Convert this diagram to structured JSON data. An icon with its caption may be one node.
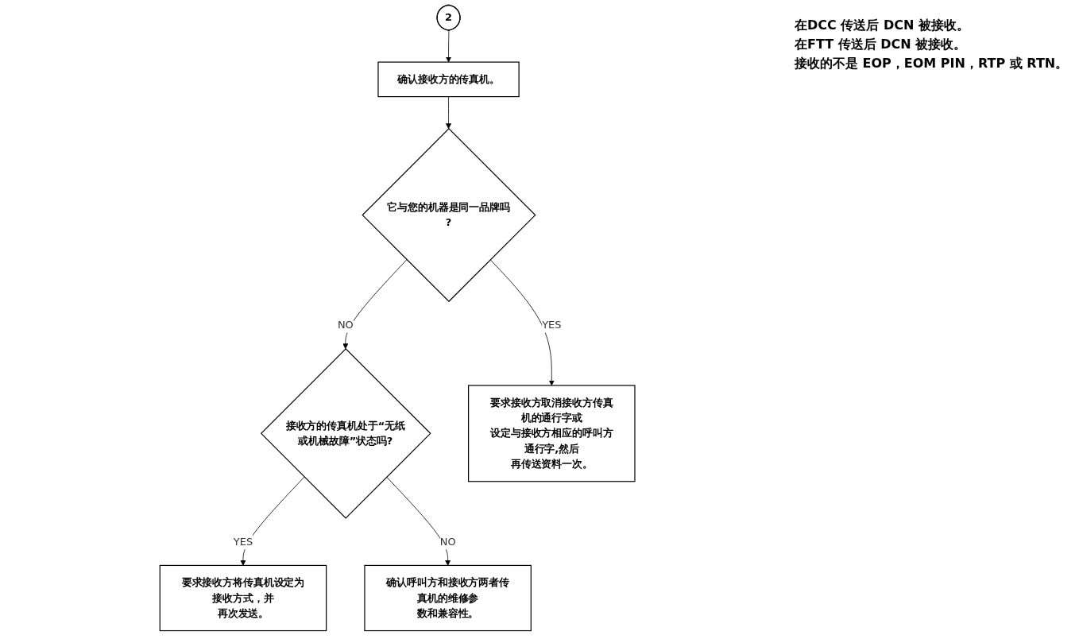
{
  "diagram": {
    "nodes": [
      {
        "text": [
          "2"
        ],
        "beside": [
          "在DCC 传送后 DCN 被接收。",
          "在FTT 传送后 DCN 被接收。",
          "接收的不是 EOP，EOM PIN，RTP 或 RTN。"
        ]
      },
      {
        "text": [
          "确认接收方的传真机。"
        ]
      },
      {
        "text": [
          "它与您的机器是同一品牌吗?"
        ]
      },
      {
        "text": [
          "接收方的传真机处于“无纸或机械故障”状态吗?"
        ]
      },
      {
        "text": [
          "要求接收方取消接收方传真机的通行字或设定与接收方相应的呼叫方通行字,然后再传送资料一次。"
        ]
      },
      {
        "text": [
          "要求接收方将传真机设定为接收方式，并再次发送。"
        ]
      },
      {
        "text": [
          "确认呼叫方和接收方两者传真机的维修参数和兼容性。"
        ]
      }
    ],
    "edges": [
      {
        "from": 0,
        "to": 1,
        "arrow": "to"
      },
      {
        "from": 1,
        "to": 2,
        "arrow": "to"
      },
      {
        "from": 2,
        "to": 3,
        "arrow": "to",
        "label": "NO"
      },
      {
        "from": 2,
        "to": 4,
        "arrow": "to",
        "label": "YES"
      },
      {
        "from": 3,
        "to": 5,
        "arrow": "to",
        "label": "YES"
      },
      {
        "from": 3,
        "to": 6,
        "arrow": "to",
        "label": "NO"
      }
    ]
  }
}
